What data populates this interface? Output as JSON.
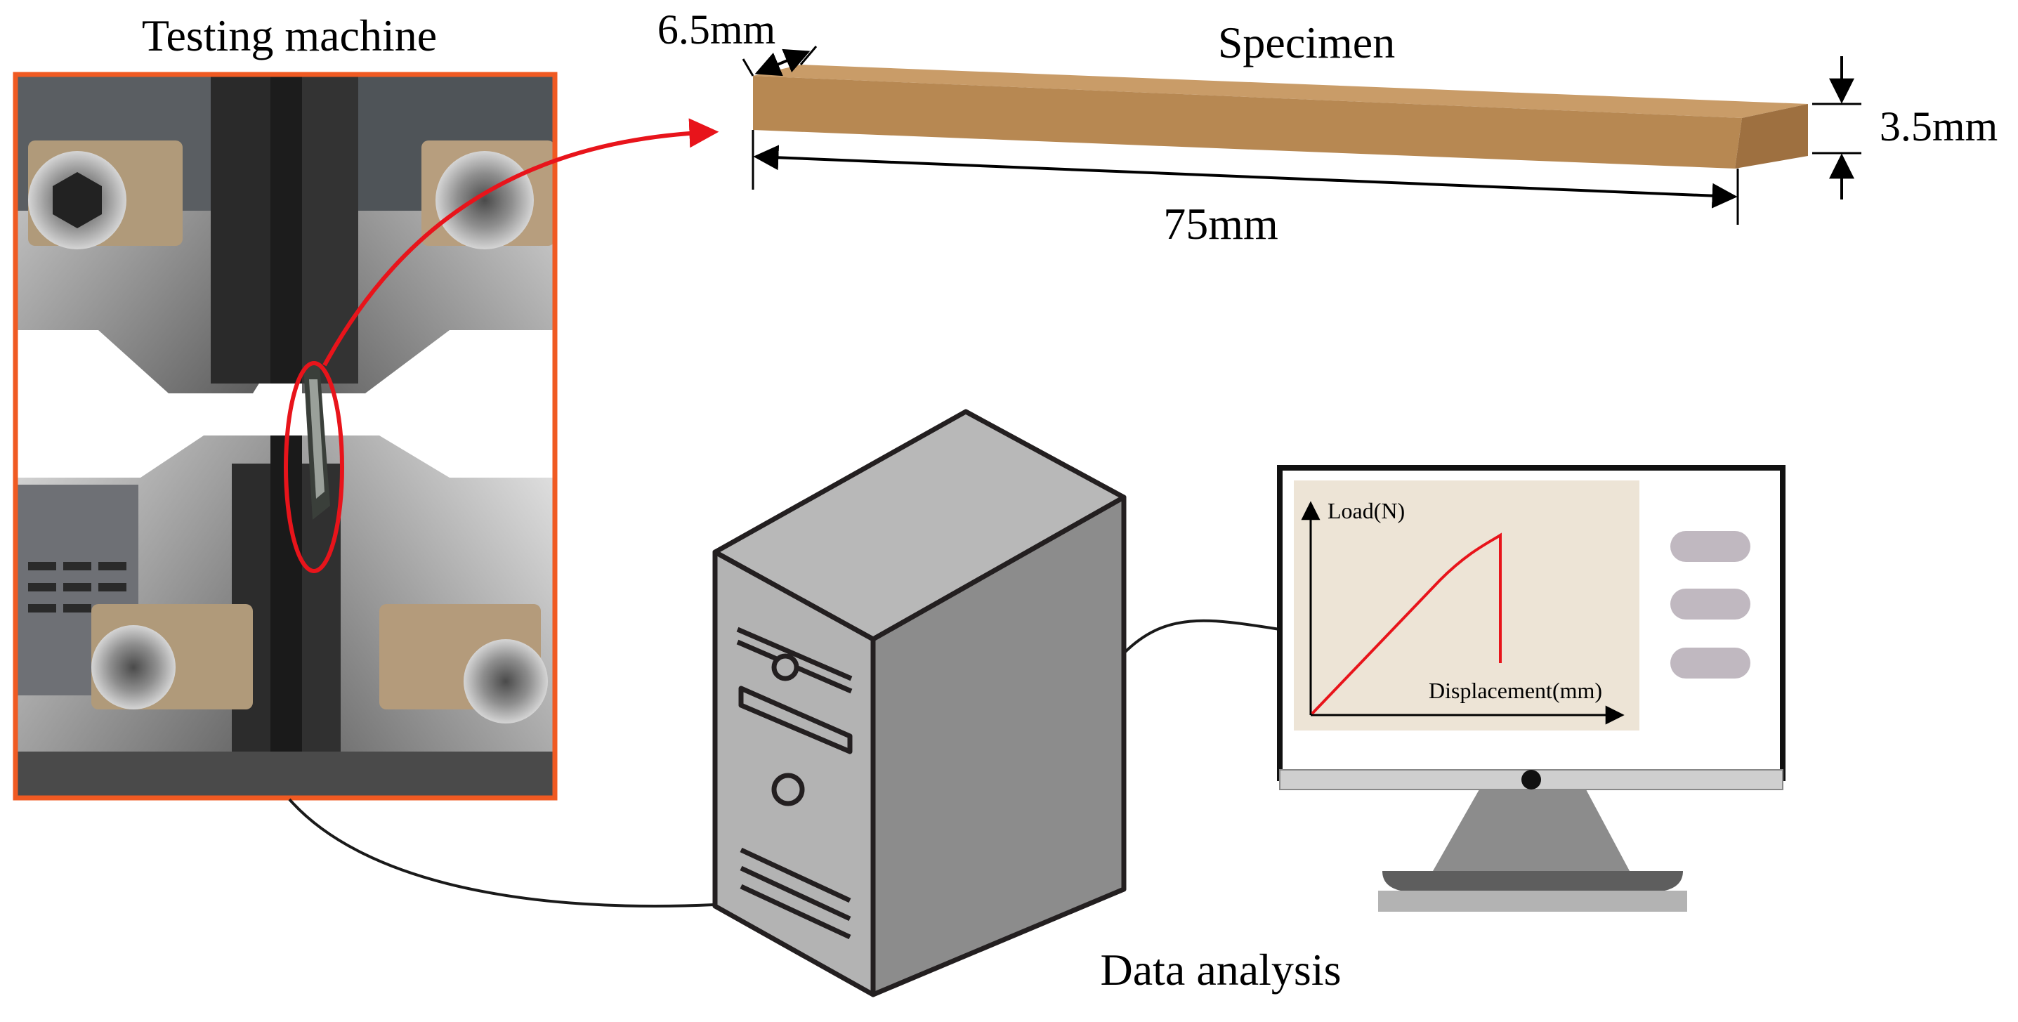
{
  "labels": {
    "testing_machine": "Testing machine",
    "specimen": "Specimen",
    "data_analysis": "Data analysis"
  },
  "dimensions": {
    "width": "6.5mm",
    "thickness": "3.5mm",
    "length": "75mm"
  },
  "monitor_chart": {
    "y_axis_label": "Load(N)",
    "x_axis_label": "Displacement(mm)"
  },
  "colors": {
    "frame_orange": "#f05a22",
    "pointer_red": "#e8141b",
    "specimen_top": "#bf915e",
    "specimen_front": "#b78852",
    "specimen_end": "#9e7040",
    "computer_gray": "#b3b3b3",
    "screen_bg": "#ede4d6",
    "curve_red": "#e8141b",
    "button_gray": "#c0b8c0"
  },
  "icons": {
    "testing_photo": "tensile-grips-photo",
    "computer": "desktop-tower-icon",
    "monitor": "monitor-icon"
  }
}
